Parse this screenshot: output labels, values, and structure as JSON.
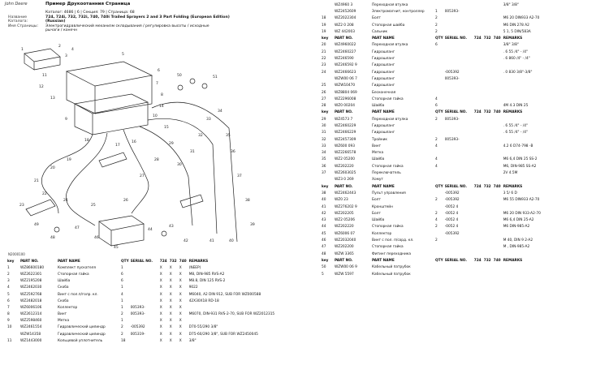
{
  "header": {
    "brand": "John Deere",
    "title": "Пример Друкоотанния Страница"
  },
  "meta": [
    {
      "key": "",
      "value": "Каталог: 4686 | 6 | Секция: 79 | Страница: 68",
      "bold": false
    },
    {
      "key": "Название",
      "value": "724, 724i, 732, 732i, 740, 740i Trailed Sprayers 2 and 3 Part Folding (European Edition)",
      "bold": true
    },
    {
      "key": "Каталога:",
      "value": "(Russian)",
      "bold": true
    },
    {
      "key": "Имя Страницы:",
      "value": "Электрогидравлический механизм складывания / регулировка высоты / исходные",
      "bold": false
    },
    {
      "key": "",
      "value": "рычаги / конечн",
      "bold": false
    }
  ],
  "diagram": {
    "callouts": [
      "1",
      "2",
      "3",
      "4",
      "5",
      "6",
      "7",
      "8",
      "9",
      "10",
      "11",
      "12",
      "13",
      "14",
      "15",
      "16",
      "17",
      "18",
      "19",
      "20",
      "21",
      "22",
      "23",
      "24",
      "25",
      "26",
      "27",
      "28",
      "29",
      "30",
      "31",
      "32",
      "33",
      "34",
      "35",
      "36",
      "37",
      "38",
      "39",
      "40",
      "41",
      "42",
      "43",
      "44",
      "45",
      "46",
      "47",
      "48",
      "49",
      "50",
      "51"
    ],
    "figure_id": "N2000100"
  },
  "parts_left": {
    "headers": [
      "key",
      "PART NO.",
      "PART NAME",
      "QTY",
      "SERIAL NO.",
      "724",
      "732",
      "740",
      "REMARKS"
    ],
    "rows": [
      [
        "1",
        "WZ86600180",
        "Комплект пускателя",
        "1",
        "",
        "X",
        "X",
        "X",
        "(NEEP)"
      ],
      [
        "2",
        "WZ2622301",
        "Стопорная гайка",
        "6",
        "",
        "X",
        "X",
        "X",
        "M8, DIN-985 RVS-A2"
      ],
      [
        "3",
        "WZ2195208",
        "Шайба",
        "6",
        "",
        "X",
        "X",
        "X",
        "M8.8, DIN 125 RVS-2"
      ],
      [
        "4",
        "WZ2462030",
        "Скоба",
        "1",
        "",
        "X",
        "X",
        "X",
        "9022"
      ],
      [
        "5",
        "WZ2592768",
        "Винт с пол.п/голр. кл.",
        "4",
        "",
        "X",
        "X",
        "X",
        "M6040, A2 DIN 912, SUB FOR WZ000588"
      ],
      [
        "6",
        "WZ2482018",
        "Скоба",
        "1",
        "",
        "X",
        "X",
        "X",
        "42X30X18 RD-18"
      ],
      [
        "7",
        "WZ6006106",
        "Коллектор",
        "1",
        "005393-",
        "X",
        "X",
        "X",
        ""
      ],
      [
        "8",
        "WZ2612314",
        "Винт",
        "2",
        "005393-",
        "X",
        "X",
        "X",
        "M6070, DIN-931 RVS-2-70, SUB FOR WZ2012315"
      ],
      [
        "9",
        "WZ2598460",
        "Метка",
        "1",
        "",
        "X",
        "X",
        "X",
        ""
      ],
      [
        "10",
        "WZ2461554",
        "Гидравлический цилиндр",
        "2",
        "-005392",
        "X",
        "X",
        "X",
        "D70-55/290 3/8\""
      ],
      [
        "",
        "WZW14358",
        "Гидравлический цилиндр",
        "2",
        "005319-",
        "X",
        "X",
        "X",
        "D75-60/290 3/8\", SUB FOR WZ2450045"
      ],
      [
        "11",
        "WZ1443000",
        "Кольцевой уплотнитель",
        "18",
        "",
        "X",
        "X",
        "X",
        "3/8\""
      ]
    ]
  },
  "parts_right": [
    {
      "type": "row",
      "cells": [
        "",
        "WZ4960 3",
        "Переходная втулка",
        "",
        "",
        "",
        "",
        "",
        "3/8\"    3/8\""
      ]
    },
    {
      "type": "row",
      "cells": [
        "",
        "WZ2452609",
        "Электромагнит, контроллер",
        "1",
        "005393-",
        "",
        "",
        "",
        ""
      ]
    },
    {
      "type": "row",
      "cells": [
        "18",
        "WZ2022304",
        "Болт",
        "2",
        "",
        "",
        "",
        "",
        "M6    20 DIN933 A2-70"
      ]
    },
    {
      "type": "row",
      "cells": [
        "19",
        "WZ2 0 208",
        "Стопорная шайба",
        "2",
        "",
        "",
        "",
        "",
        "M6 DIN 278 A2"
      ]
    },
    {
      "type": "row",
      "cells": [
        "19",
        "WZ 442003",
        "Сальник",
        "2",
        "",
        "",
        "",
        "",
        "5 1, 5 DIN/583A"
      ]
    },
    {
      "type": "hdr",
      "cells": [
        "key",
        "PART NO.",
        "PART NAME",
        "QTY",
        "SERIAL NO.",
        "724",
        "732",
        "740",
        "REMARKS"
      ]
    },
    {
      "type": "row",
      "cells": [
        "20",
        "WZ4960022",
        "Переходная втулка",
        "6",
        "",
        "",
        "",
        "",
        "3/8\"    3/8\""
      ]
    },
    {
      "type": "row",
      "cells": [
        "21",
        "WZ2460227",
        "Гидрошланг",
        "",
        "",
        "",
        "",
        "",
        ". 6    55   /4\" - /4\""
      ]
    },
    {
      "type": "row",
      "cells": [
        "22",
        "WZ246590",
        "Гидрошланг",
        "",
        "",
        "",
        "",
        "",
        ". 6    860   /4\" - /4\""
      ]
    },
    {
      "type": "row",
      "cells": [
        "23",
        "WZ246592 9",
        "Гидрошланг",
        "",
        "",
        "",
        "",
        "",
        ""
      ]
    },
    {
      "type": "row",
      "cells": [
        "24",
        "WZ2466623",
        "Гидрошланг",
        "",
        "-005392",
        "",
        "",
        "",
        ". 0    830 3/8\"-3/8\""
      ]
    },
    {
      "type": "row",
      "cells": [
        "",
        "WZW00 06 7",
        "Гидрошланг",
        "",
        "005393-",
        "",
        "",
        "",
        ""
      ]
    },
    {
      "type": "row",
      "cells": [
        "25",
        "WZW10470",
        "Гидрошланг",
        "",
        "",
        "",
        "",
        "",
        ""
      ]
    },
    {
      "type": "row",
      "cells": [
        "26",
        "WZ8804 069",
        "Бесконечная",
        "",
        "",
        "",
        "",
        "",
        ""
      ]
    },
    {
      "type": "row",
      "cells": [
        "27",
        "WZ2296008",
        "Стопорная гайка",
        "4",
        "",
        "",
        "",
        "",
        ""
      ]
    },
    {
      "type": "row",
      "cells": [
        "28",
        "WZ0 00204",
        "Шайба",
        "6",
        "",
        "",
        "",
        "",
        "4M 4.3 DIN  25"
      ]
    },
    {
      "type": "hdr",
      "cells": [
        "key",
        "PART NO.",
        "PART NAME",
        "QTY",
        "SERIAL NO.",
        "724",
        "732",
        "740",
        "REMARKS"
      ]
    },
    {
      "type": "row",
      "cells": [
        "29",
        "WZ4573 7",
        "Переходная втулка",
        "2",
        "005393-",
        "",
        "",
        "",
        ""
      ]
    },
    {
      "type": "row",
      "cells": [
        "30",
        "WZ2460229",
        "Гидрошланг",
        "",
        "",
        "",
        "",
        "",
        ". 6    55   /4\" - /4\""
      ]
    },
    {
      "type": "row",
      "cells": [
        "31",
        "WZ2466229",
        "Гидрошланг",
        "",
        "",
        "",
        "",
        "",
        ". 6    55   /4\" - /4\""
      ]
    },
    {
      "type": "row",
      "cells": [
        "32",
        "WZ2457309",
        "Тройник",
        "2",
        "005393-",
        "",
        "",
        "",
        ""
      ]
    },
    {
      "type": "row",
      "cells": [
        "33",
        "WZ600 093",
        "Винт",
        "4",
        "",
        "",
        "",
        "",
        "4.2    6 D74-798   -В"
      ]
    },
    {
      "type": "row",
      "cells": [
        "34",
        "WZ2266578",
        "Метка",
        "",
        "",
        "",
        "",
        "",
        ""
      ]
    },
    {
      "type": "row",
      "cells": [
        "35",
        "WZ2 05200",
        "Шайба",
        "4",
        "",
        "",
        "",
        "",
        "M6 6,4 DIN   25 SS-2"
      ]
    },
    {
      "type": "row",
      "cells": [
        "36",
        "WZ202220",
        "Стопорная гайка",
        "4",
        "",
        "",
        "",
        "",
        "M6, DIN-985 SS-A2"
      ]
    },
    {
      "type": "row",
      "cells": [
        "37",
        "WZ2603025",
        "Переключатель",
        "",
        "",
        "",
        "",
        "",
        "2V 4.5M"
      ]
    },
    {
      "type": "row",
      "cells": [
        "",
        "WZ3 0 269",
        "Хомут",
        "",
        "",
        "",
        "",
        "",
        ""
      ]
    },
    {
      "type": "hdr",
      "cells": [
        "key",
        "PART NO.",
        "PART NAME",
        "QTY",
        "SERIAL NO.",
        "724",
        "732",
        "740",
        "REMARKS"
      ]
    },
    {
      "type": "row",
      "cells": [
        "38",
        "WZ2462443",
        "Пульт управления",
        "",
        "-005392",
        "",
        "",
        "",
        "3  5/ 6  D"
      ]
    },
    {
      "type": "row",
      "cells": [
        "40",
        "WZ0 23",
        "Болт",
        "2",
        "-005392",
        "",
        "",
        "",
        "M6    55 DIN933 A2-70"
      ]
    },
    {
      "type": "row",
      "cells": [
        "41",
        "WZ276202 9",
        "Кронштейн",
        "",
        "-0052 4",
        "",
        "",
        "",
        ""
      ]
    },
    {
      "type": "row",
      "cells": [
        "42",
        "WZ202205",
        "Болт",
        "2",
        "-0052 4",
        "",
        "",
        "",
        "M6    20 DIN 933-A2-70"
      ]
    },
    {
      "type": "row",
      "cells": [
        "43",
        "WZ2 05206",
        "Шайба",
        "4",
        "-0052 4",
        "",
        "",
        "",
        "M6 6,4 DIN 25-A2"
      ]
    },
    {
      "type": "row",
      "cells": [
        "44",
        "WZ202220",
        "Стопорная гайка",
        "2",
        "-0052 4",
        "",
        "",
        "",
        "M6 DIN-985-A2"
      ]
    },
    {
      "type": "row",
      "cells": [
        "45",
        "WZ6006 07",
        "Коллектор",
        "",
        "-005392",
        "",
        "",
        "",
        ""
      ]
    },
    {
      "type": "row",
      "cells": [
        "46",
        "WZ2032040",
        "Винт с пол. п/сорд. кл.",
        "2",
        "",
        "",
        "",
        "",
        "M   40, DIN 9  2-A2"
      ]
    },
    {
      "type": "row",
      "cells": [
        "47",
        "WZ202200",
        "Стопорная гайка",
        "",
        "",
        "",
        "",
        "",
        "M , DIN-985-A2"
      ]
    },
    {
      "type": "row",
      "cells": [
        "48",
        "WZW 3365",
        "Фитинг переходника",
        "",
        "",
        "",
        "",
        "",
        ""
      ]
    },
    {
      "type": "hdr",
      "cells": [
        "key",
        "PART NO.",
        "PART NAME",
        "QTY",
        "SERIAL NO.",
        "724",
        "732",
        "740",
        "REMARKS"
      ]
    },
    {
      "type": "row",
      "cells": [
        "50",
        "WZW00 06 9",
        "Кабельный патрубок",
        "",
        "",
        "",
        "",
        "",
        ""
      ]
    },
    {
      "type": "row",
      "cells": [
        "5",
        "WZW 5597",
        "Кабельный патрубок",
        "",
        "",
        "",
        "",
        "",
        ""
      ]
    }
  ]
}
